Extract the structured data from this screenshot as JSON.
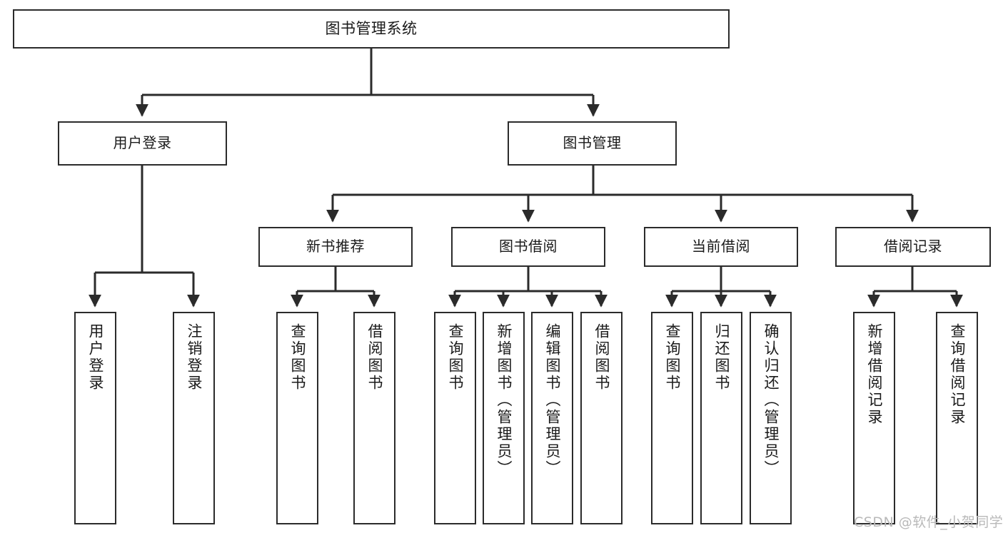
{
  "diagram": {
    "title": "图书管理系统",
    "type": "功能结构图",
    "watermark": "CSDN @软件_小贺同学",
    "colors": {
      "stroke": "#2b2b2b",
      "fill": "#ffffff",
      "text": "#1a1a1a",
      "watermark": "#b9b9b9"
    },
    "nodes": {
      "root": {
        "label": "图书管理系统"
      },
      "level2": [
        {
          "id": "user-login",
          "label": "用户登录"
        },
        {
          "id": "book-manage",
          "label": "图书管理"
        }
      ],
      "level3": [
        {
          "id": "new-book-rec",
          "label": "新书推荐"
        },
        {
          "id": "book-borrow",
          "label": "图书借阅"
        },
        {
          "id": "current-borrow",
          "label": "当前借阅"
        },
        {
          "id": "borrow-record",
          "label": "借阅记录"
        }
      ],
      "leaves": [
        {
          "id": "leaf-user-login",
          "label": "用户登录",
          "parent": "user-login"
        },
        {
          "id": "leaf-logout",
          "label": "注销登录",
          "parent": "user-login"
        },
        {
          "id": "leaf-query-book-1",
          "label": "查询图书",
          "parent": "new-book-rec"
        },
        {
          "id": "leaf-borrow-book-1",
          "label": "借阅图书",
          "parent": "new-book-rec"
        },
        {
          "id": "leaf-query-book-2",
          "label": "查询图书",
          "parent": "book-borrow"
        },
        {
          "id": "leaf-add-book",
          "label": "新增图书（管理员）",
          "parent": "book-borrow"
        },
        {
          "id": "leaf-edit-book",
          "label": "编辑图书（管理员）",
          "parent": "book-borrow"
        },
        {
          "id": "leaf-borrow-book-2",
          "label": "借阅图书",
          "parent": "book-borrow"
        },
        {
          "id": "leaf-query-book-3",
          "label": "查询图书",
          "parent": "current-borrow"
        },
        {
          "id": "leaf-return-book",
          "label": "归还图书",
          "parent": "current-borrow"
        },
        {
          "id": "leaf-confirm-return",
          "label": "确认归还（管理员）",
          "parent": "current-borrow"
        },
        {
          "id": "leaf-add-record",
          "label": "新增借阅记录",
          "parent": "borrow-record"
        },
        {
          "id": "leaf-query-record",
          "label": "查询借阅记录",
          "parent": "borrow-record"
        }
      ]
    }
  }
}
